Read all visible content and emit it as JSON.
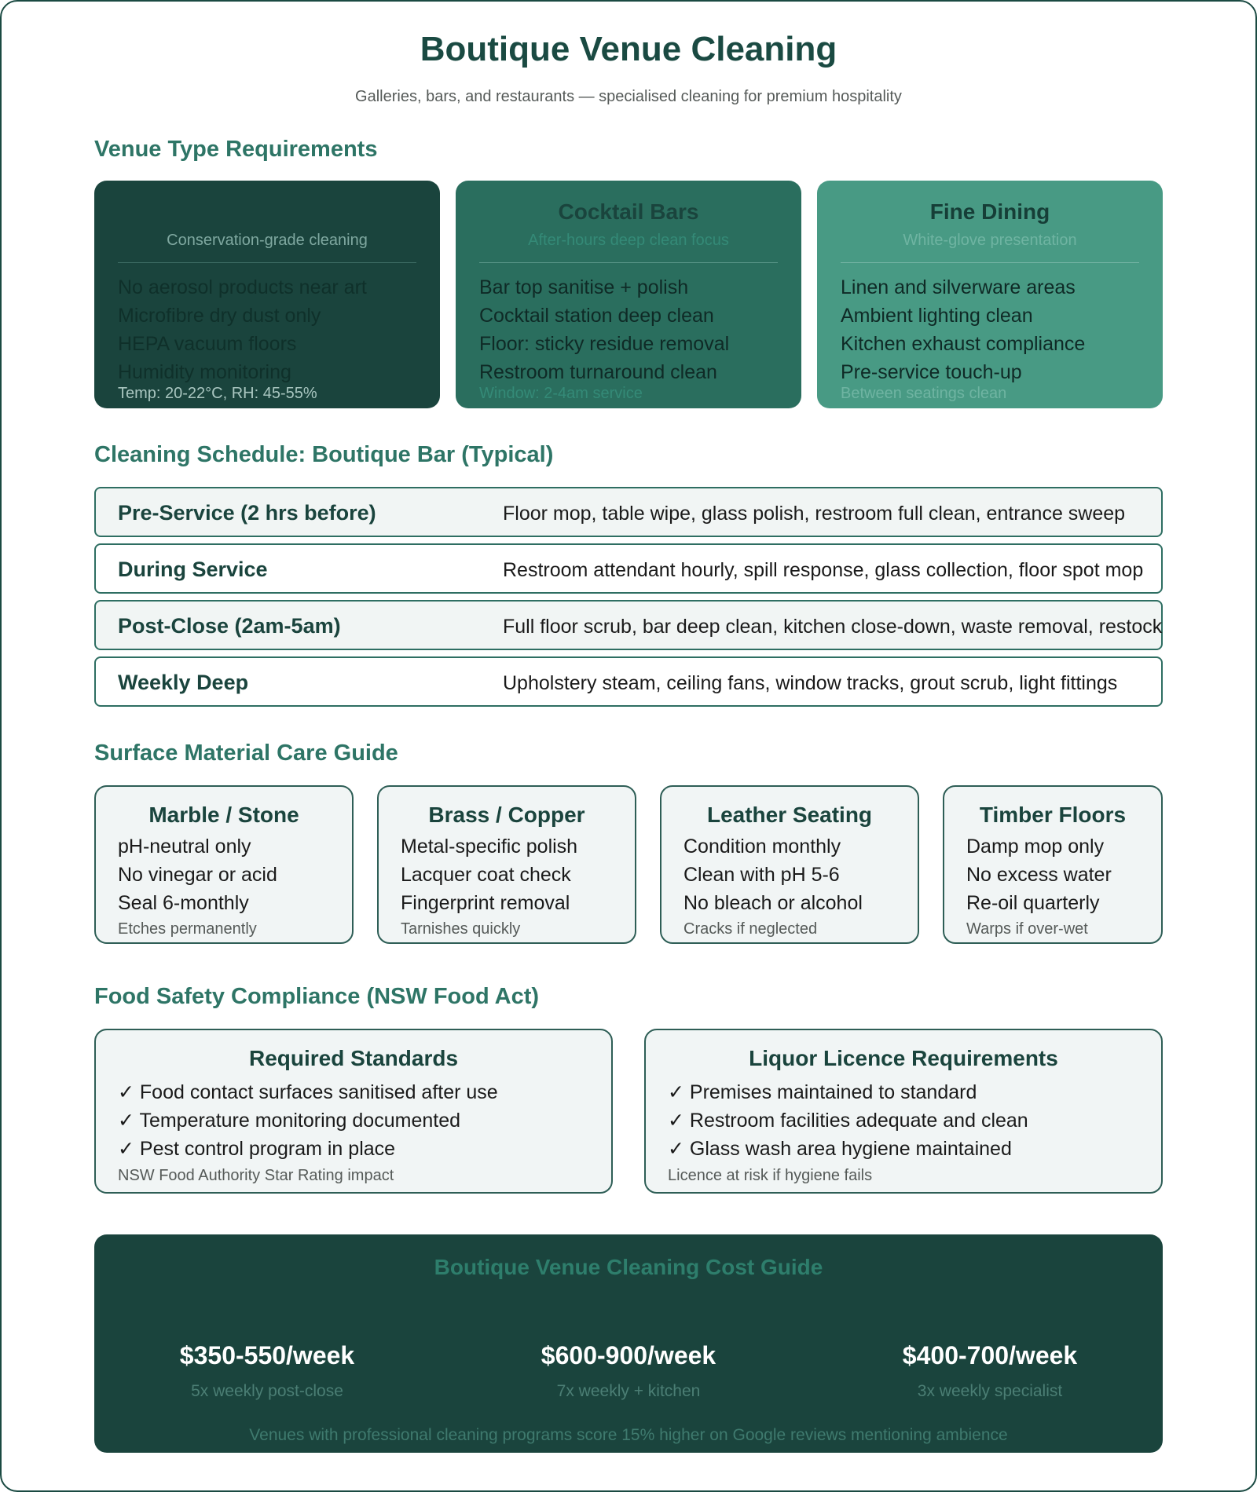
{
  "header": {
    "title": "Boutique Venue Cleaning",
    "subtitle": "Galleries, bars, and restaurants — specialised cleaning for premium hospitality"
  },
  "venue_section": {
    "title": "Venue Type Requirements",
    "cards": [
      {
        "title": "",
        "subtitle": "Conservation-grade cleaning",
        "items": [
          "No aerosol products near art",
          "Microfibre dry dust only",
          "HEPA vacuum floors",
          "Humidity monitoring"
        ],
        "note": "Temp: 20-22°C, RH: 45-55%"
      },
      {
        "title": "Cocktail Bars",
        "subtitle": "After-hours deep clean focus",
        "items": [
          "Bar top sanitise + polish",
          "Cocktail station deep clean",
          "Floor: sticky residue removal",
          "Restroom turnaround clean"
        ],
        "note": "Window: 2-4am service"
      },
      {
        "title": "Fine Dining",
        "subtitle": "White-glove presentation",
        "items": [
          "Linen and silverware areas",
          "Ambient lighting clean",
          "Kitchen exhaust compliance",
          "Pre-service touch-up"
        ],
        "note": "Between seatings clean"
      }
    ]
  },
  "schedule_section": {
    "title": "Cleaning Schedule: Boutique Bar (Typical)",
    "rows": [
      {
        "label": "Pre-Service (2 hrs before)",
        "desc": "Floor mop, table wipe, glass polish, restroom full clean, entrance sweep"
      },
      {
        "label": "During Service",
        "desc": "Restroom attendant hourly, spill response, glass collection, floor spot mop"
      },
      {
        "label": "Post-Close (2am-5am)",
        "desc": "Full floor scrub, bar deep clean, kitchen close-down, waste removal, restock"
      },
      {
        "label": "Weekly Deep",
        "desc": "Upholstery steam, ceiling fans, window tracks, grout scrub, light fittings"
      }
    ]
  },
  "material_section": {
    "title": "Surface Material Care Guide",
    "cards": [
      {
        "title": "Marble / Stone",
        "items": [
          "pH-neutral only",
          "No vinegar or acid",
          "Seal 6-monthly"
        ],
        "note": "Etches permanently"
      },
      {
        "title": "Brass / Copper",
        "items": [
          "Metal-specific polish",
          "Lacquer coat check",
          "Fingerprint removal"
        ],
        "note": "Tarnishes quickly"
      },
      {
        "title": "Leather Seating",
        "items": [
          "Condition monthly",
          "Clean with pH 5-6",
          "No bleach or alcohol"
        ],
        "note": "Cracks if neglected"
      },
      {
        "title": "Timber Floors",
        "items": [
          "Damp mop only",
          "No excess water",
          "Re-oil quarterly"
        ],
        "note": "Warps if over-wet"
      }
    ]
  },
  "compliance_section": {
    "title": "Food Safety Compliance (NSW Food Act)",
    "cards": [
      {
        "title": "Required Standards",
        "items": [
          "✓ Food contact surfaces sanitised after use",
          "✓ Temperature monitoring documented",
          "✓ Pest control program in place"
        ],
        "note": "NSW Food Authority Star Rating impact"
      },
      {
        "title": "Liquor Licence Requirements",
        "items": [
          "✓ Premises maintained to standard",
          "✓ Restroom facilities adequate and clean",
          "✓ Glass wash area hygiene maintained"
        ],
        "note": "Licence at risk if hygiene fails"
      }
    ]
  },
  "cost_section": {
    "title": "Boutique Venue Cleaning Cost Guide",
    "tiers": [
      {
        "price": "$350-550/week",
        "desc": "5x weekly post-close"
      },
      {
        "price": "$600-900/week",
        "desc": "7x weekly + kitchen"
      },
      {
        "price": "$400-700/week",
        "desc": "3x weekly specialist"
      }
    ],
    "footer": "Venues with professional cleaning programs score 15% higher on Google reviews mentioning ambience"
  }
}
